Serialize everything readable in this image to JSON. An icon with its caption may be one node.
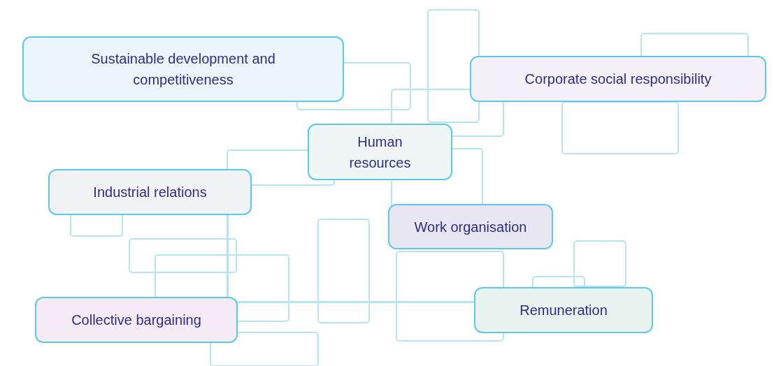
{
  "diagram": {
    "nodes": [
      {
        "text": [
          "Sustainable development and competitiveness"
        ]
      },
      {
        "text": [
          "Corporate social responsibility"
        ]
      },
      {
        "text": [
          "Human resources"
        ]
      },
      {
        "text": [
          "Industrial relations"
        ]
      },
      {
        "text": [
          "Work organisation"
        ]
      },
      {
        "text": [
          "Collective bargaining"
        ]
      },
      {
        "text": [
          "Remuneration"
        ]
      }
    ]
  }
}
